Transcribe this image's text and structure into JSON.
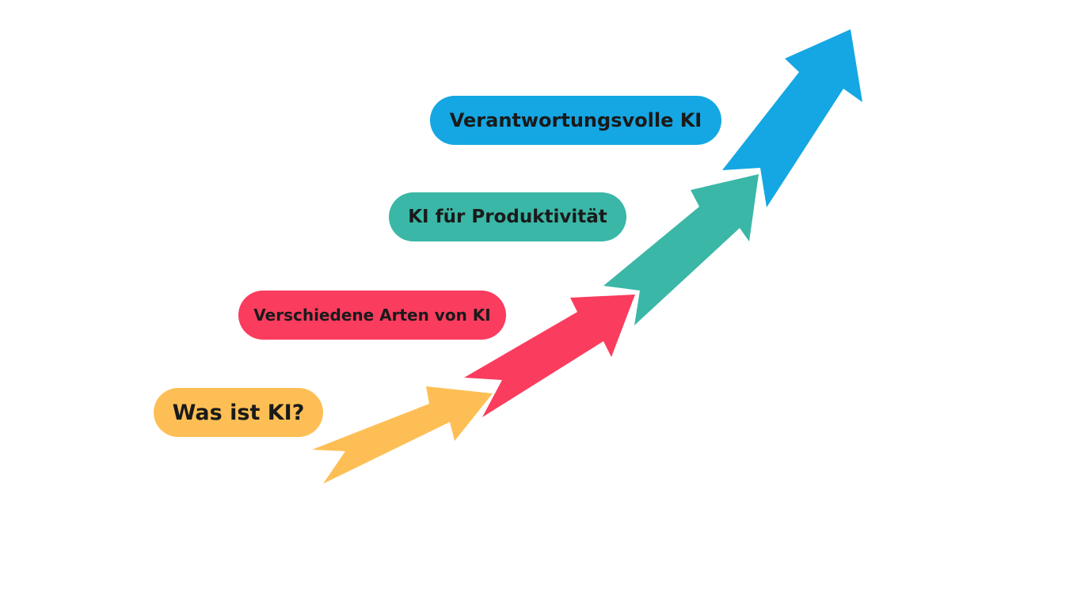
{
  "steps": [
    {
      "label": "Was ist KI?",
      "color": "#FDBF55"
    },
    {
      "label": "Verschiedene Arten von KI",
      "color": "#FA3C5E"
    },
    {
      "label": "KI für Produktivität",
      "color": "#3AB7A7"
    },
    {
      "label": "Verantwortungsvolle KI",
      "color": "#14A7E3"
    }
  ]
}
